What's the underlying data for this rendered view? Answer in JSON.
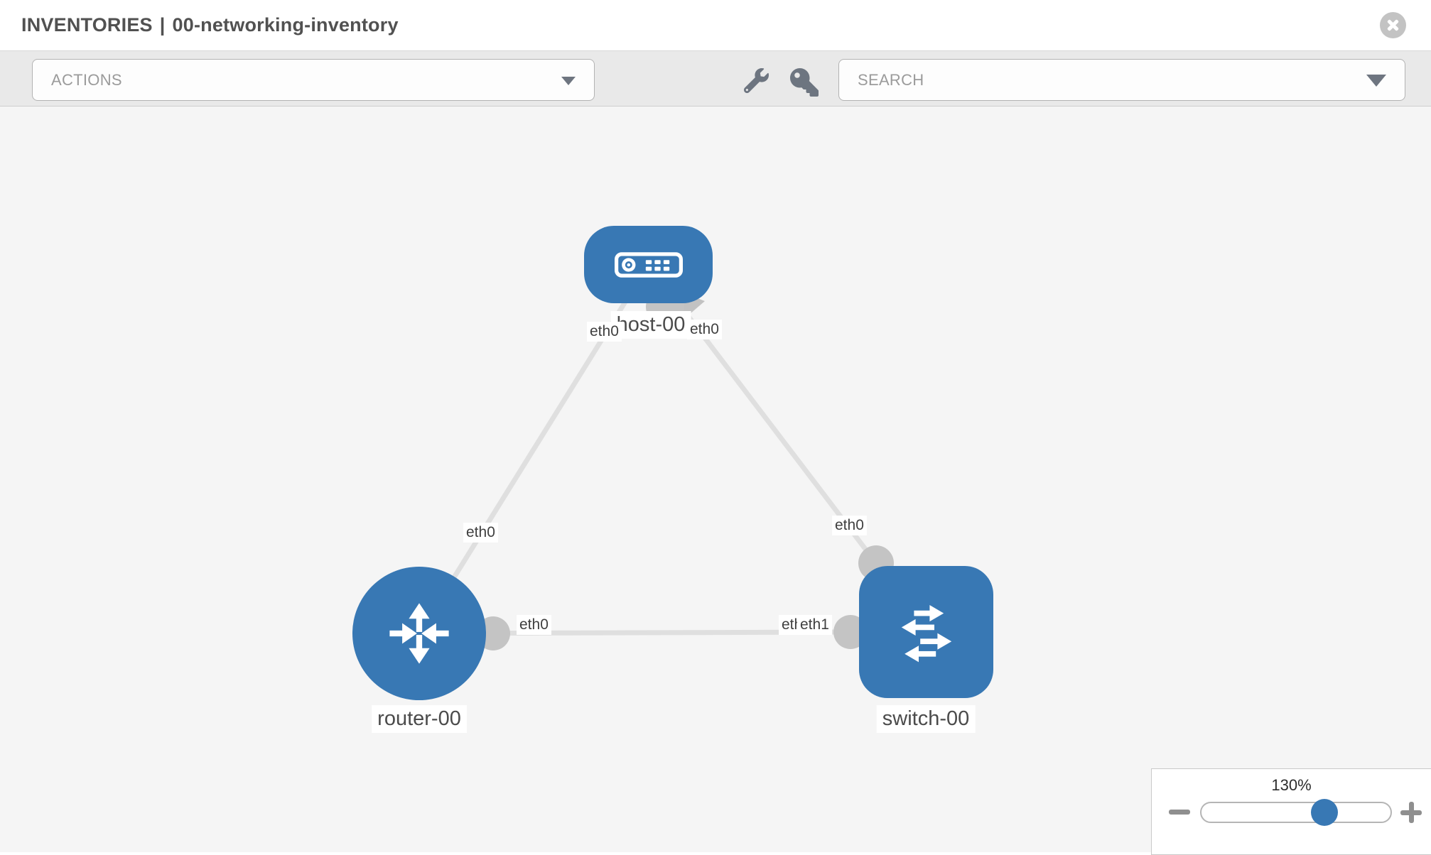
{
  "header": {
    "section": "INVENTORIES",
    "divider": "|",
    "inventory_name": "00-networking-inventory"
  },
  "toolbar": {
    "actions": {
      "placeholder": "ACTIONS"
    },
    "search": {
      "placeholder": "SEARCH"
    },
    "tools": [
      {
        "icon": "wrench-icon"
      },
      {
        "icon": "key-icon"
      }
    ]
  },
  "canvas": {
    "nodes": [
      {
        "id": "host-00",
        "label": "host-00",
        "type": "host",
        "shape": "rounded-rect",
        "icon": "host-icon",
        "color": "#3878b4"
      },
      {
        "id": "router-00",
        "label": "router-00",
        "type": "router",
        "shape": "circle",
        "icon": "router-icon",
        "color": "#3878b4"
      },
      {
        "id": "switch-00",
        "label": "switch-00",
        "type": "switch",
        "shape": "rounded-square",
        "icon": "switch-icon",
        "color": "#3878b4"
      }
    ],
    "links": [
      {
        "source": "router-00",
        "target": "host-00",
        "source_interface": "eth0",
        "target_interface": "eth0"
      },
      {
        "source": "switch-00",
        "target": "host-00",
        "source_interface": "eth0",
        "target_interface": "eth0"
      },
      {
        "source": "router-00",
        "target": "switch-00",
        "source_interface": "eth0",
        "target_interface": "eth1",
        "occluded_label": "eth0"
      }
    ]
  },
  "zoom_control": {
    "level_label": "130%",
    "percent": 130
  },
  "colors": {
    "node_blue": "#3878b4",
    "link_gray": "#dfdfdf",
    "port_gray": "#c4c4c4",
    "canvas_bg": "#f5f5f5",
    "toolbar_bg": "#e9e9e9",
    "slider_thumb": "#3878b4"
  }
}
